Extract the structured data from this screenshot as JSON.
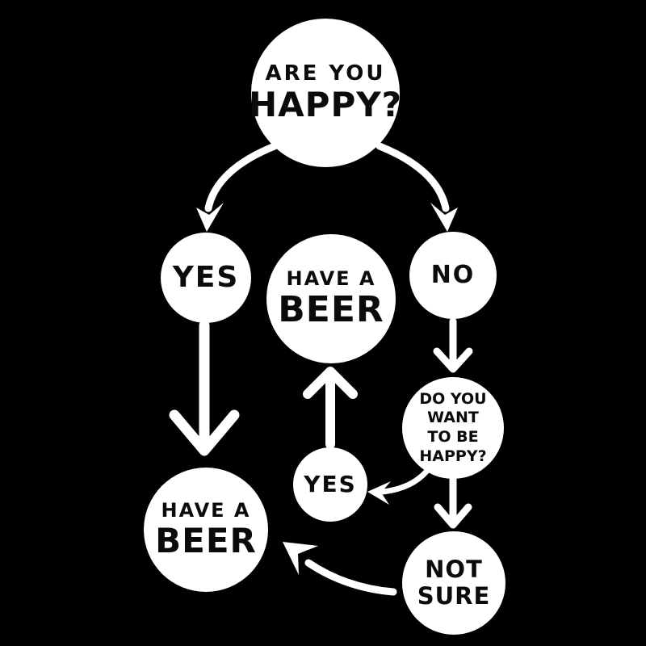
{
  "title": "Are You Happy beer decision flowchart",
  "colors": {
    "background": "#000000",
    "node_fill": "#ffffff",
    "node_text": "#0b0b0b",
    "arrow": "#ffffff"
  },
  "nodes": {
    "are_you_happy": {
      "line1": "ARE YOU",
      "line2": "HAPPY?"
    },
    "yes_left": {
      "label": "YES"
    },
    "have_a_beer_center": {
      "line1": "HAVE A",
      "line2": "BEER"
    },
    "no": {
      "label": "NO"
    },
    "want_to_be_happy": {
      "line1": "DO YOU WANT",
      "line2": "TO BE HAPPY?"
    },
    "yes_small": {
      "label": "YES"
    },
    "have_a_beer_left": {
      "line1": "HAVE A",
      "line2": "BEER"
    },
    "not_sure": {
      "line1": "NOT",
      "line2": "SURE"
    }
  },
  "edges": [
    {
      "from": "are-you-happy",
      "to": "yes-left",
      "style": "curved"
    },
    {
      "from": "are-you-happy",
      "to": "no",
      "style": "curved"
    },
    {
      "from": "yes-left",
      "to": "have-a-beer-left",
      "style": "straight-down"
    },
    {
      "from": "no",
      "to": "want-to-be-happy",
      "style": "straight-down"
    },
    {
      "from": "want-to-be-happy",
      "to": "yes-small",
      "style": "curved"
    },
    {
      "from": "want-to-be-happy",
      "to": "not-sure",
      "style": "straight-down"
    },
    {
      "from": "yes-small",
      "to": "have-a-beer-center",
      "style": "straight-up"
    },
    {
      "from": "not-sure",
      "to": "have-a-beer-left",
      "style": "curved"
    }
  ]
}
